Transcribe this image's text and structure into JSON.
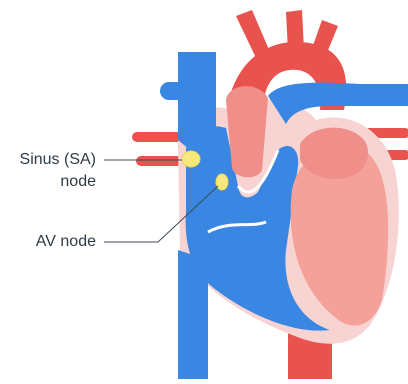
{
  "labels": {
    "sa_node_line1": "Sinus (SA)",
    "sa_node_line2": "node",
    "av_node": "AV node"
  },
  "colors": {
    "blood_red": "#e8534e",
    "red_light": "#f08f8a",
    "heart_pink": "#f4a19a",
    "outline_pink": "#f7d4d1",
    "vein_blue": "#3a86e3",
    "node_yellow": "#f6e87a",
    "leader_line": "#3c4a56"
  }
}
